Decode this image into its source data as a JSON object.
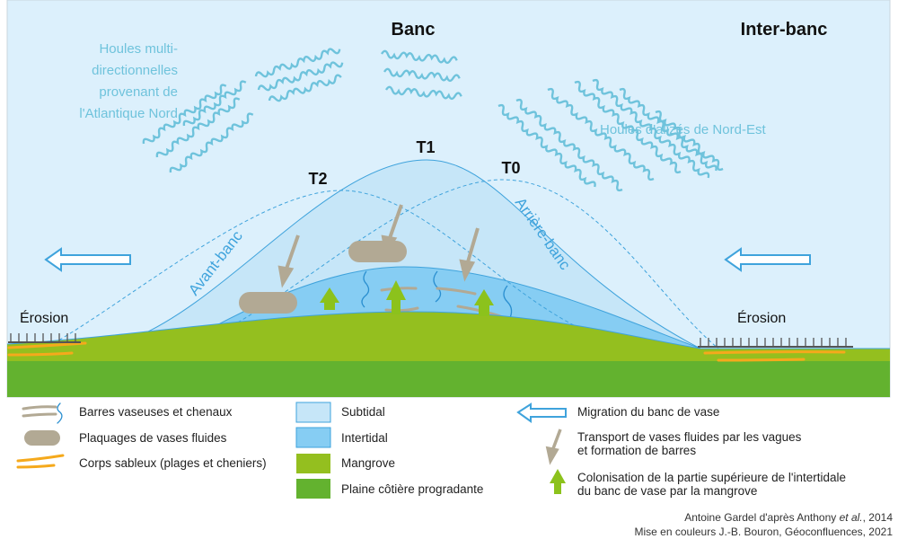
{
  "diagram": {
    "titles": {
      "banc": "Banc",
      "inter_banc": "Inter-banc"
    },
    "waves_left": [
      "Houles multi-",
      "directionnelles",
      "provenant de",
      "l'Atlantique Nord"
    ],
    "waves_right": "Houles d'alizés de Nord-Est",
    "stages": {
      "t0": "T0",
      "t1": "T1",
      "t2": "T2"
    },
    "avant_banc": "Avant-banc",
    "arriere_banc": "Arrière-banc",
    "erosion_left": "Érosion",
    "erosion_right": "Érosion"
  },
  "legend": {
    "barres": "Barres vaseuses et chenaux",
    "plaquages": "Plaquages de vases fluides",
    "corps_sableux": "Corps sableux (plages et cheniers)",
    "subtidal": "Subtidal",
    "intertidal": "Intertidal",
    "mangrove": "Mangrove",
    "plaine": "Plaine côtière progradante",
    "migration": "Migration du banc de vase",
    "transport": [
      "Transport de vases fluides par les vagues",
      "et formation de barres"
    ],
    "colonisation": [
      "Colonisation de la partie supérieure de l'intertidale",
      "du banc de vase par la mangrove"
    ]
  },
  "credits": {
    "line1_a": "Antoine Gardel d'après Anthony ",
    "line1_b": "et al.",
    "line1_c": ", 2014",
    "line2": "Mise en couleurs J.-B. Bouron, Géoconfluences, 2021"
  },
  "colors": {
    "sky": "#dcf0fc",
    "subtidal": "#c6e6f8",
    "intertidal": "#86cdf3",
    "line": "#3fa3dc",
    "mangrove": "#94bf1f",
    "plaine": "#63b22f",
    "mud": "#b2a994",
    "sand": "#f5a91c",
    "wave": "#6fc3dc"
  }
}
